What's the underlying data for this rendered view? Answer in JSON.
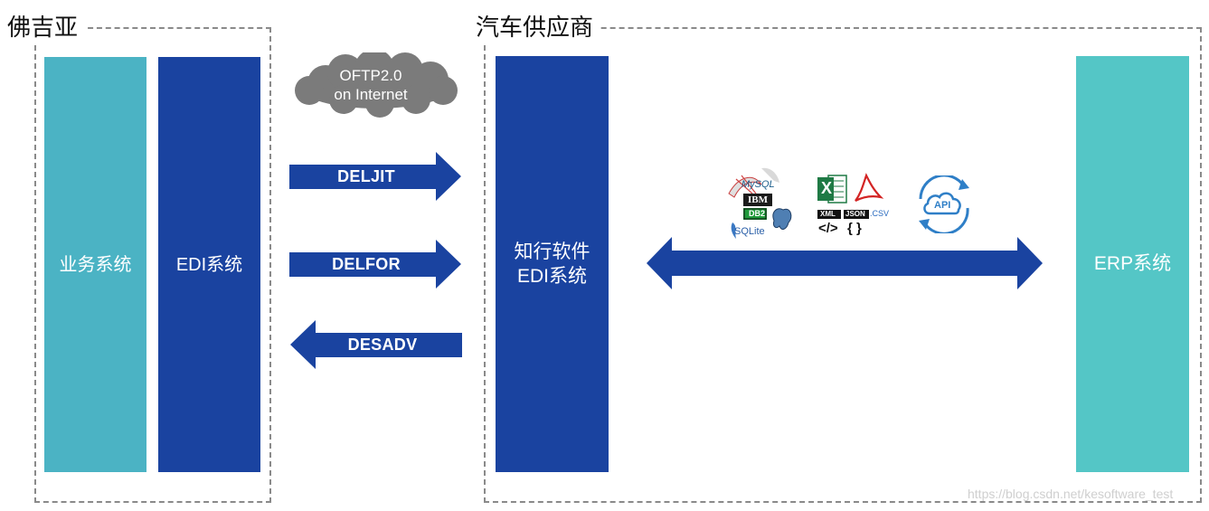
{
  "groups": {
    "left_title": "佛吉亚",
    "right_title": "汽车供应商"
  },
  "blocks": {
    "business": "业务系统",
    "edi_left": "EDI系统",
    "zhixing": "知行软件\nEDI系统",
    "erp": "ERP系统"
  },
  "cloud": {
    "label": "OFTP2.0\non Internet"
  },
  "arrows": {
    "deljit": "DELJIT",
    "delfor": "DELFOR",
    "desadv": "DESADV"
  },
  "icons": {
    "db_labels": [
      "MySQL",
      "IBM",
      "DB2",
      "SQLite"
    ],
    "file_labels": [
      "X",
      "XML",
      "JSON",
      ".CSV",
      "</>",
      "{ }"
    ],
    "api_label": "API",
    "names": [
      "database-logos-icon",
      "file-format-icons",
      "api-cloud-icon"
    ]
  },
  "watermark": "https://blog.csdn.net/kesoftware_test",
  "colors": {
    "teal": "#4BB3C4",
    "navy": "#1A43A0",
    "erp_teal": "#54C6C6",
    "cloud_gray": "#7B7B7B",
    "dashed": "#8a8a8a"
  }
}
